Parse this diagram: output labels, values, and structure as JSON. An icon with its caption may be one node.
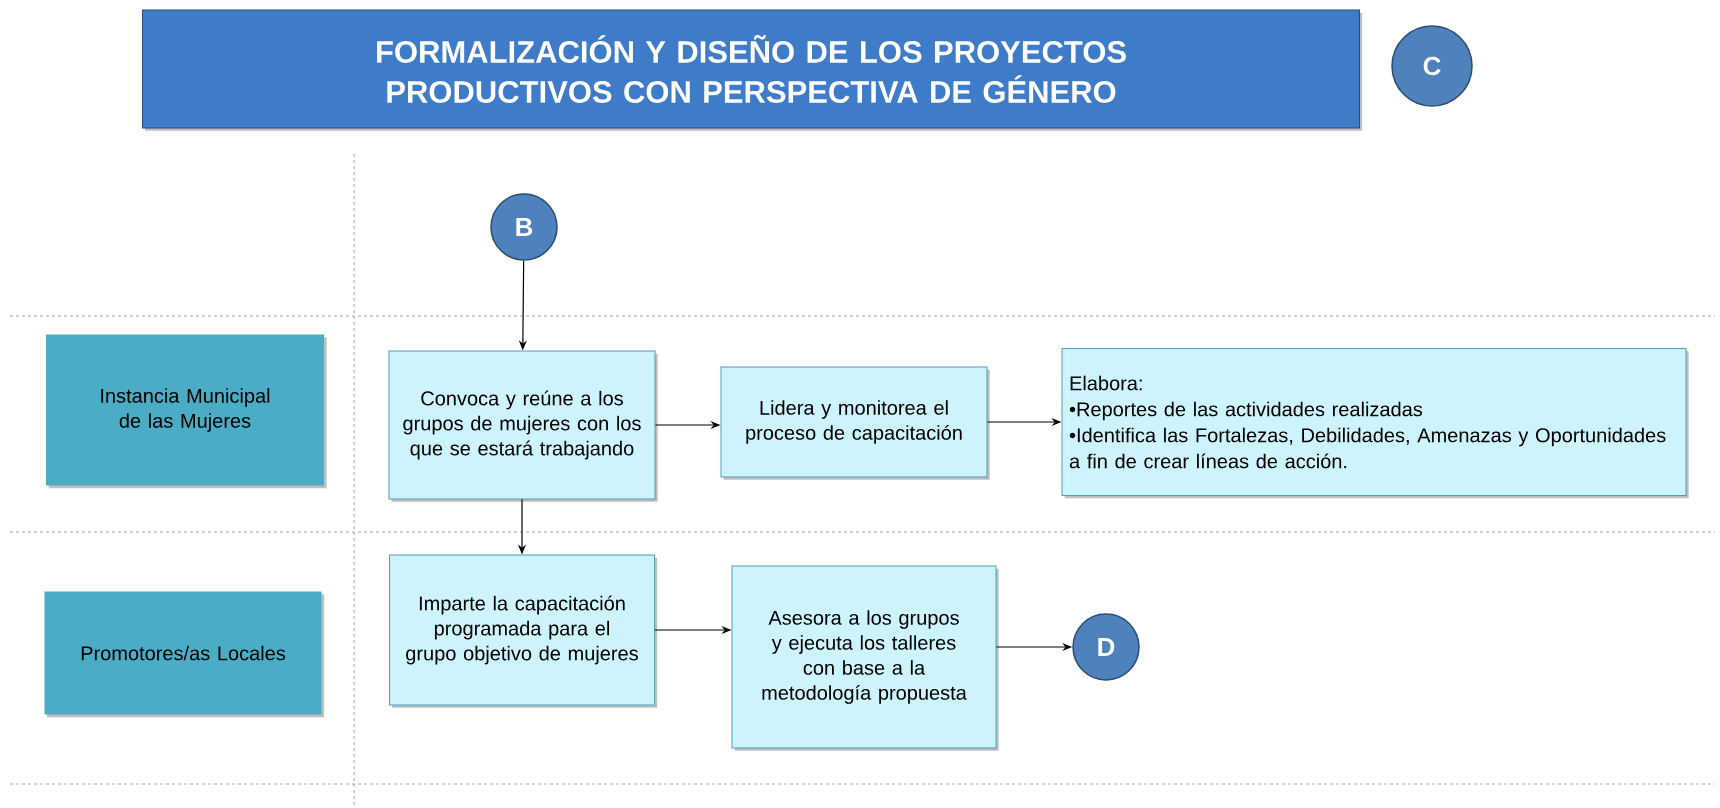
{
  "diagram": {
    "title": "FORMALIZACIÓN Y DISEÑO DE LOS PROYECTOS PRODUCTIVOS CON PERSPECTIVA DE GÉNERO",
    "nodes": [
      {
        "text": [
          "C"
        ]
      },
      {
        "text": [
          "B"
        ]
      },
      {
        "text": [
          "Instancia Municipal de las Mujeres"
        ]
      },
      {
        "text": [
          "Convoca y reúne a los grupos de mujeres con los que se estará trabajando"
        ]
      },
      {
        "text": [
          "Lidera y monitorea el proceso de capacitación"
        ]
      },
      {
        "text": [
          "Elabora:",
          "•Reportes de las actividades realizadas",
          "•Identifica las Fortalezas, Debilidades, Amenazas y Oportunidades a fin de crear líneas de acción."
        ]
      },
      {
        "text": [
          "Promotores/as Locales"
        ]
      },
      {
        "text": [
          "Imparte la capacitación programada para el grupo objetivo de mujeres"
        ]
      },
      {
        "text": [
          "Asesora a los grupos y ejecuta los talleres con base a la metodología propuesta"
        ]
      },
      {
        "text": [
          "D"
        ]
      }
    ],
    "edges": [
      {
        "from": 1,
        "to": 3,
        "arrow": "to"
      },
      {
        "from": 3,
        "to": 4,
        "arrow": "to"
      },
      {
        "from": 4,
        "to": 5,
        "arrow": "to"
      },
      {
        "from": 3,
        "to": 7,
        "arrow": "to"
      },
      {
        "from": 7,
        "to": 8,
        "arrow": "to"
      },
      {
        "from": 8,
        "to": 9,
        "arrow": "to"
      }
    ]
  }
}
